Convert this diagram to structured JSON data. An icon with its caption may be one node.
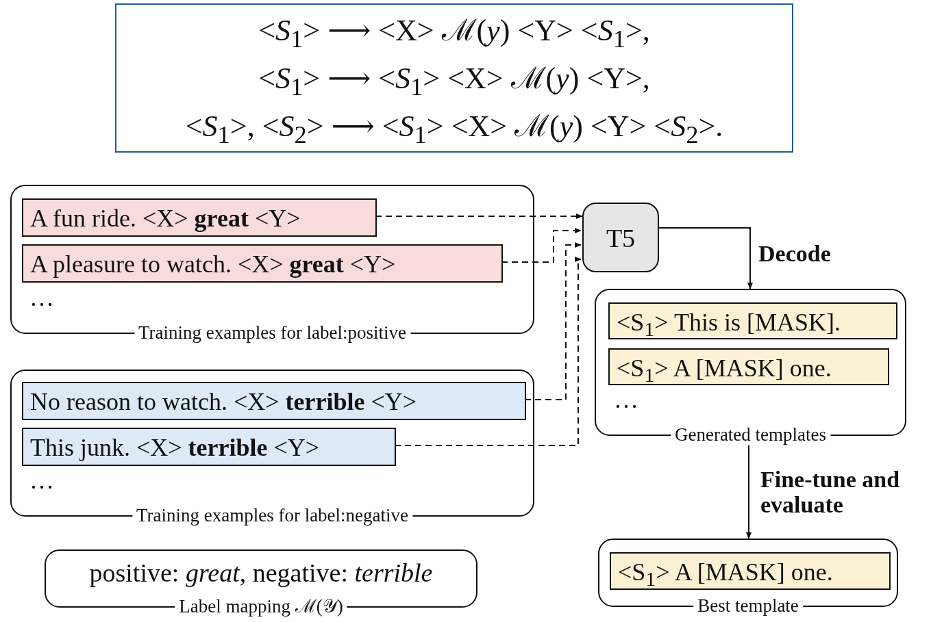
{
  "diagram": {
    "nodes": [
      {
        "text": [
          "<*S*$_{1}$> ⟶ <X> ℳ(*y*) <Y> <*S*$_{1}$>,",
          "<*S*$_{1}$> ⟶ <*S*$_{1}$> <X> ℳ(*y*) <Y>,",
          "<*S*$_{1}$>, <*S*$_{2}$> ⟶ <*S*$_{1}$> <X> ℳ(*y*) <Y> <*S*$_{2}$>."
        ]
      },
      {
        "text": [
          "…",
          "Training examples for label:positive"
        ]
      },
      {
        "text": [
          "A fun ride. <X> **great** <Y>"
        ],
        "in": 1
      },
      {
        "text": [
          "A pleasure to watch. <X> **great** <Y>"
        ],
        "in": 1
      },
      {
        "text": [
          "…",
          "Training examples for label:negative"
        ]
      },
      {
        "text": [
          "No reason to watch. <X> **terrible** <Y>"
        ],
        "in": 4
      },
      {
        "text": [
          "This junk. <X> **terrible** <Y>"
        ],
        "in": 4
      },
      {
        "text": [
          "positive: *great*, negative: *terrible*",
          "Label mapping ℳ(𝒴)"
        ]
      },
      {
        "text": [
          "T5"
        ]
      },
      {
        "text": [
          "…",
          "Generated templates"
        ]
      },
      {
        "text": [
          "<S$_{1}$> This is [MASK]."
        ],
        "in": 9
      },
      {
        "text": [
          "<S$_{1}$> A [MASK] one."
        ],
        "in": 9
      },
      {
        "text": [
          "Best template"
        ]
      },
      {
        "text": [
          "<S$_{1}$> A [MASK] one."
        ],
        "in": 12
      }
    ],
    "edges": [
      {
        "from": 2,
        "to": 8,
        "arrow": "to",
        "style": "dashed"
      },
      {
        "from": 3,
        "to": 8,
        "arrow": "to",
        "style": "dashed"
      },
      {
        "from": 5,
        "to": 8,
        "arrow": "to",
        "style": "dashed"
      },
      {
        "from": 6,
        "to": 8,
        "arrow": "to",
        "style": "dashed"
      },
      {
        "from": 8,
        "to": 9,
        "arrow": "to",
        "label": "Decode"
      },
      {
        "from": 9,
        "to": 12,
        "arrow": "to",
        "label": "Fine-tune and evaluate"
      }
    ]
  }
}
